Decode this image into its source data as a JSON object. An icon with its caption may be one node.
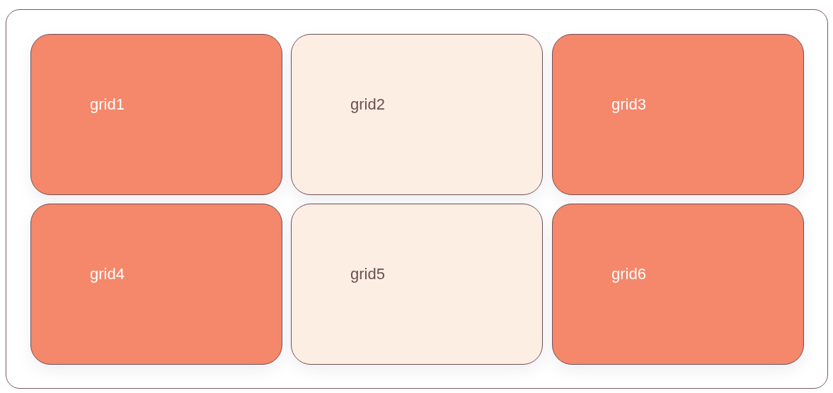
{
  "diagram": {
    "nodes": [
      {
        "text": [],
        "shape": "box"
      },
      {
        "text": [
          "grid1"
        ],
        "in": 0
      },
      {
        "text": [
          "grid2"
        ],
        "in": 0
      },
      {
        "text": [
          "grid3"
        ],
        "in": 0
      },
      {
        "text": [
          "grid4"
        ],
        "in": 0
      },
      {
        "text": [
          "grid5"
        ],
        "in": 0
      },
      {
        "text": [
          "grid6"
        ],
        "in": 0
      }
    ]
  }
}
